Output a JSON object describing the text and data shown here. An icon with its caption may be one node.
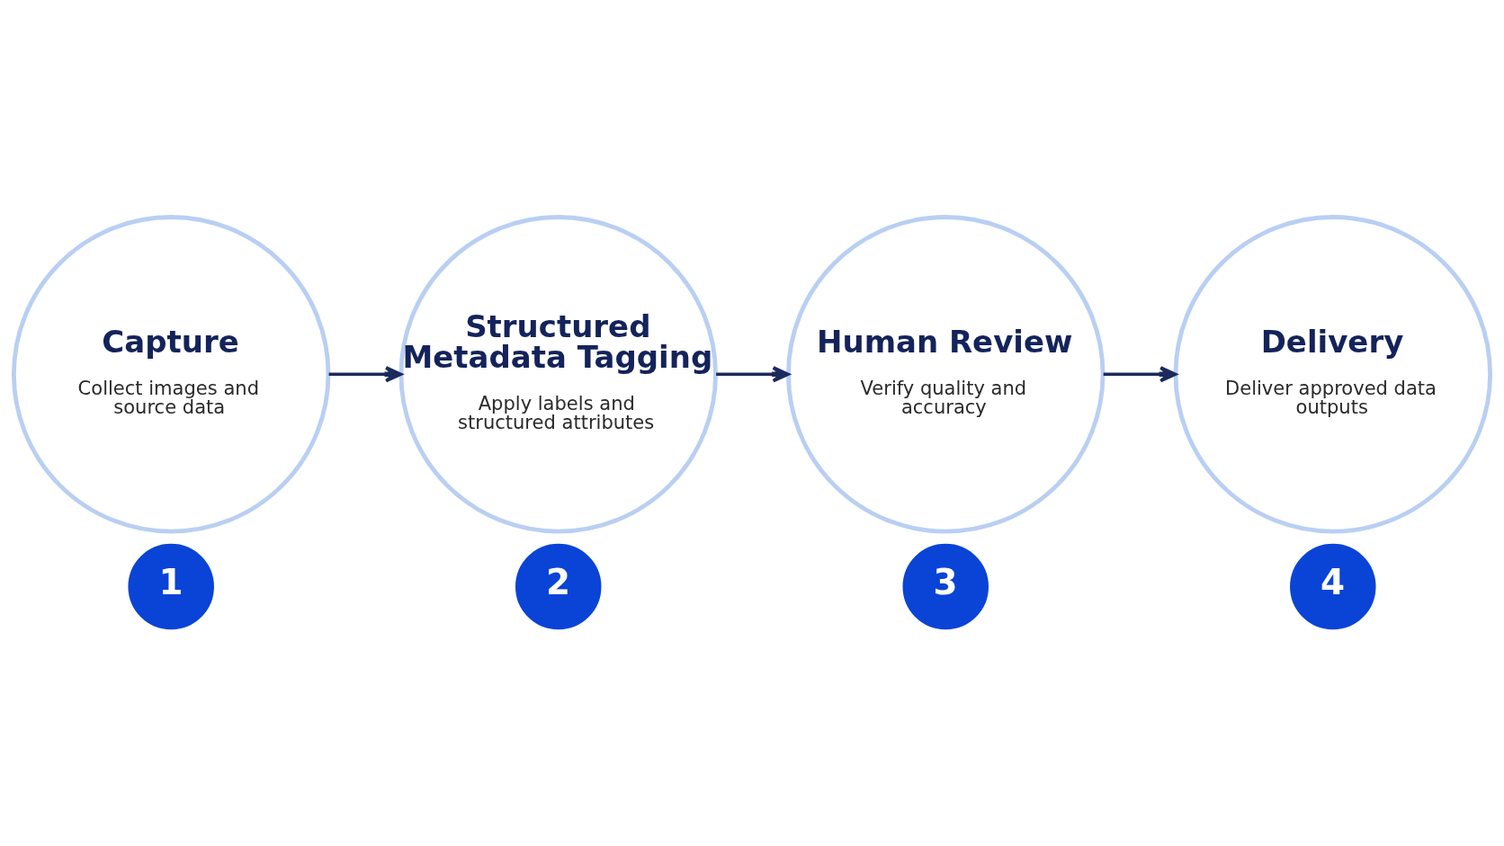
{
  "diagram": {
    "nodes": [
      {
        "text": [
          "Capture",
          "Collect images and source data"
        ]
      },
      {
        "text": [
          "1"
        ]
      },
      {
        "text": [
          "Structured Metadata Tagging",
          "Apply labels and structured attributes"
        ]
      },
      {
        "text": [
          "2"
        ]
      },
      {
        "text": [
          "Human Review",
          "Verify quality and accuracy"
        ]
      },
      {
        "text": [
          "3"
        ]
      },
      {
        "text": [
          "Delivery",
          "Deliver approved data outputs"
        ]
      },
      {
        "text": [
          "4"
        ]
      }
    ],
    "edges": [
      {
        "from": 0,
        "to": 2,
        "arrow": "to"
      },
      {
        "from": 2,
        "to": 4,
        "arrow": "to"
      },
      {
        "from": 4,
        "to": 6,
        "arrow": "to"
      }
    ]
  }
}
